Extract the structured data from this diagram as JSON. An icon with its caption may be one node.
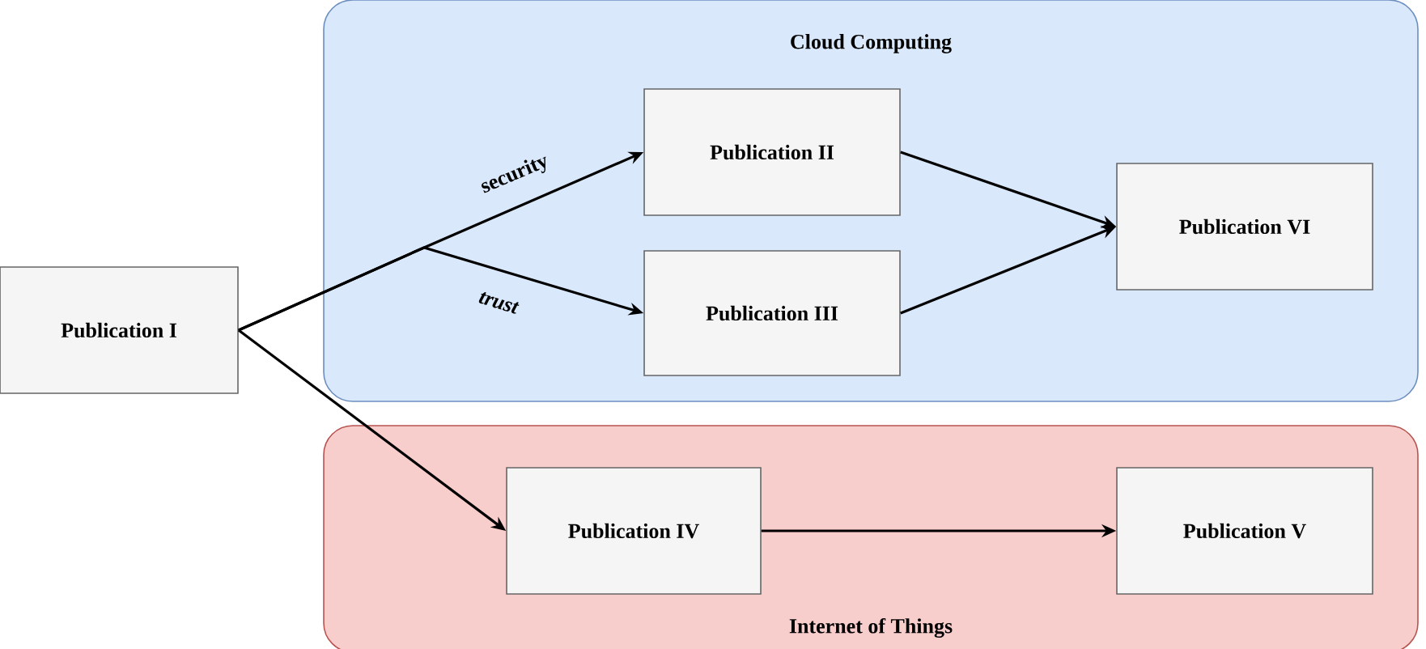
{
  "diagram": {
    "nodes": [
      {
        "text": [
          "Cloud Computing"
        ]
      },
      {
        "text": [
          "Internet of Things"
        ]
      },
      {
        "text": [
          "Publication I"
        ]
      },
      {
        "text": [
          "Publication II"
        ],
        "in": 0
      },
      {
        "text": [
          "Publication III"
        ],
        "in": 0
      },
      {
        "text": [
          "Publication VI"
        ],
        "in": 0
      },
      {
        "text": [
          "Publication IV"
        ],
        "in": 1
      },
      {
        "text": [
          "Publication V"
        ],
        "in": 1
      }
    ],
    "edges": [
      {
        "from": 2,
        "to": 3,
        "arrow": "to",
        "label": "security"
      },
      {
        "from": 2,
        "to": 4,
        "arrow": "to",
        "label": "trust"
      },
      {
        "from": 3,
        "to": 5,
        "arrow": "to"
      },
      {
        "from": 4,
        "to": 5,
        "arrow": "to"
      },
      {
        "from": 2,
        "to": 6,
        "arrow": "to"
      },
      {
        "from": 6,
        "to": 7,
        "arrow": "to"
      }
    ]
  }
}
